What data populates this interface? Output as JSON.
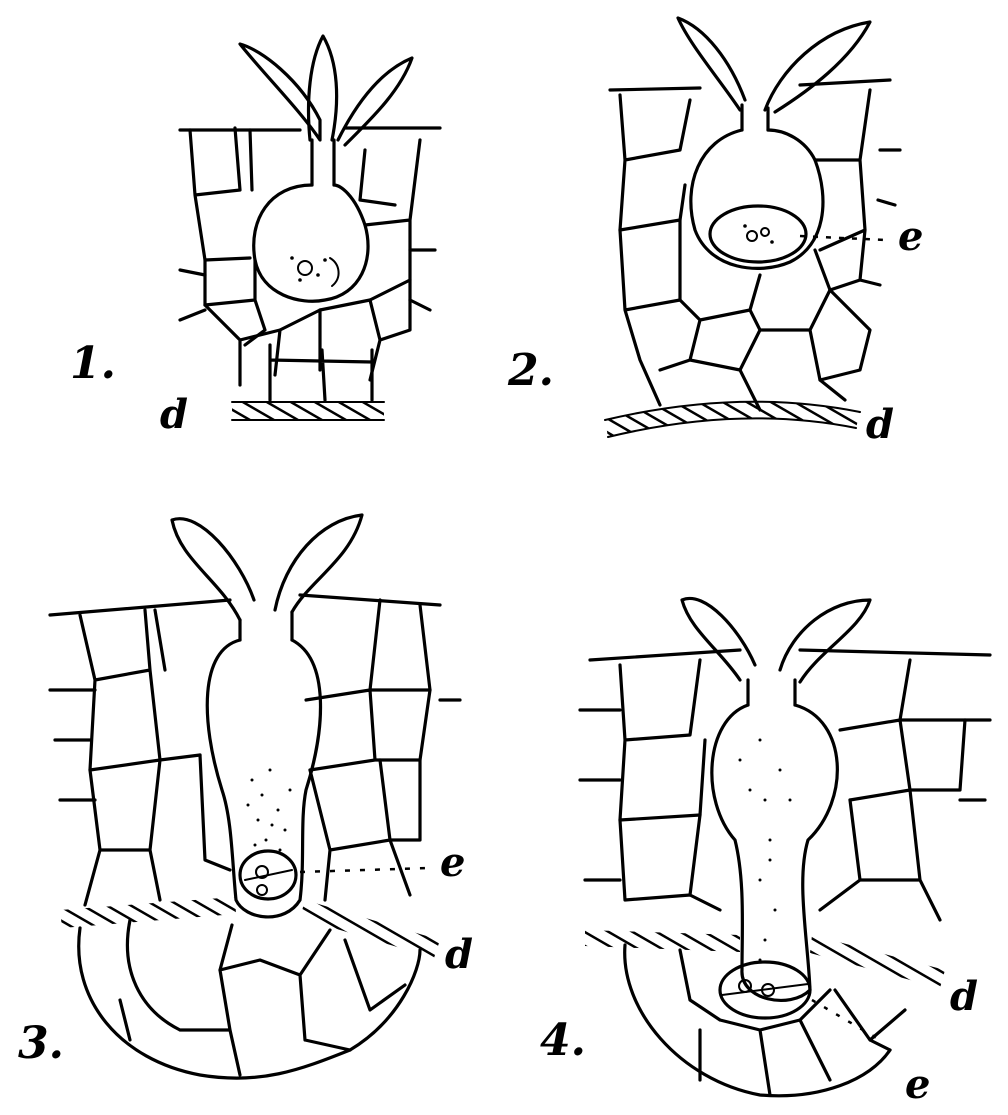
{
  "figures": [
    {
      "number": "1.",
      "labels": {
        "d": "d"
      }
    },
    {
      "number": "2.",
      "labels": {
        "e": "e",
        "d": "d"
      }
    },
    {
      "number": "3.",
      "labels": {
        "e": "e",
        "d": "d"
      }
    },
    {
      "number": "4.",
      "labels": {
        "d": "d",
        "e": "e"
      }
    }
  ]
}
